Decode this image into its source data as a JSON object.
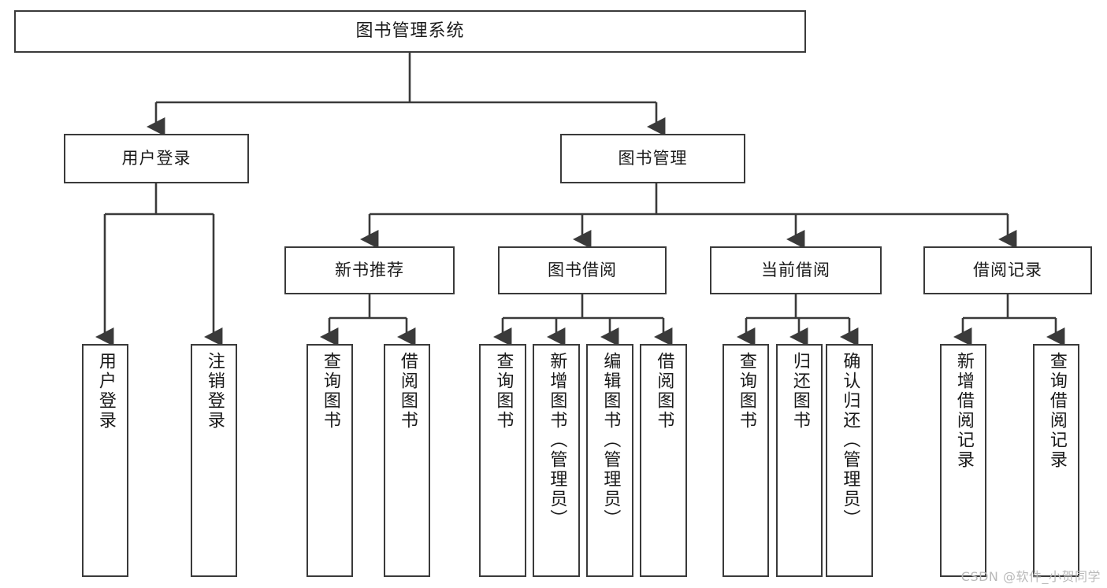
{
  "diagram": {
    "kind": "functional-structure-tree",
    "root": {
      "id": "root",
      "label": "图书管理系统"
    },
    "level2": [
      {
        "id": "user-login",
        "label": "用户登录"
      },
      {
        "id": "book-management",
        "label": "图书管理"
      }
    ],
    "level3": [
      {
        "id": "new-book-recommend",
        "label": "新书推荐",
        "parent": "book-management"
      },
      {
        "id": "book-borrow",
        "label": "图书借阅",
        "parent": "book-management"
      },
      {
        "id": "current-borrow",
        "label": "当前借阅",
        "parent": "book-management"
      },
      {
        "id": "borrow-record",
        "label": "借阅记录",
        "parent": "book-management"
      }
    ],
    "leaves": [
      {
        "id": "leaf-user-login",
        "label": "用户登录",
        "parent": "user-login"
      },
      {
        "id": "leaf-logout-login",
        "label": "注销登录",
        "parent": "user-login"
      },
      {
        "id": "leaf-query-book-1",
        "label": "查询图书",
        "parent": "new-book-recommend"
      },
      {
        "id": "leaf-borrow-book-1",
        "label": "借阅图书",
        "parent": "new-book-recommend"
      },
      {
        "id": "leaf-query-book-2",
        "label": "查询图书",
        "parent": "book-borrow"
      },
      {
        "id": "leaf-add-book",
        "label": "新增图书（管理员）",
        "parent": "book-borrow"
      },
      {
        "id": "leaf-edit-book",
        "label": "编辑图书（管理员）",
        "parent": "book-borrow"
      },
      {
        "id": "leaf-borrow-book-2",
        "label": "借阅图书",
        "parent": "book-borrow"
      },
      {
        "id": "leaf-query-book-3",
        "label": "查询图书",
        "parent": "current-borrow"
      },
      {
        "id": "leaf-return-book",
        "label": "归还图书",
        "parent": "current-borrow"
      },
      {
        "id": "leaf-confirm-return",
        "label": "确认归还（管理员）",
        "parent": "current-borrow"
      },
      {
        "id": "leaf-add-record",
        "label": "新增借阅记录",
        "parent": "borrow-record"
      },
      {
        "id": "leaf-query-record",
        "label": "查询借阅记录",
        "parent": "borrow-record"
      }
    ],
    "colors": {
      "stroke": "#3a3a3a",
      "fill": "#ffffff",
      "text": "#1a1a1a",
      "watermark": "#b9b9b9"
    }
  },
  "watermark": {
    "text": "CSDN @软件_小贺同学"
  }
}
